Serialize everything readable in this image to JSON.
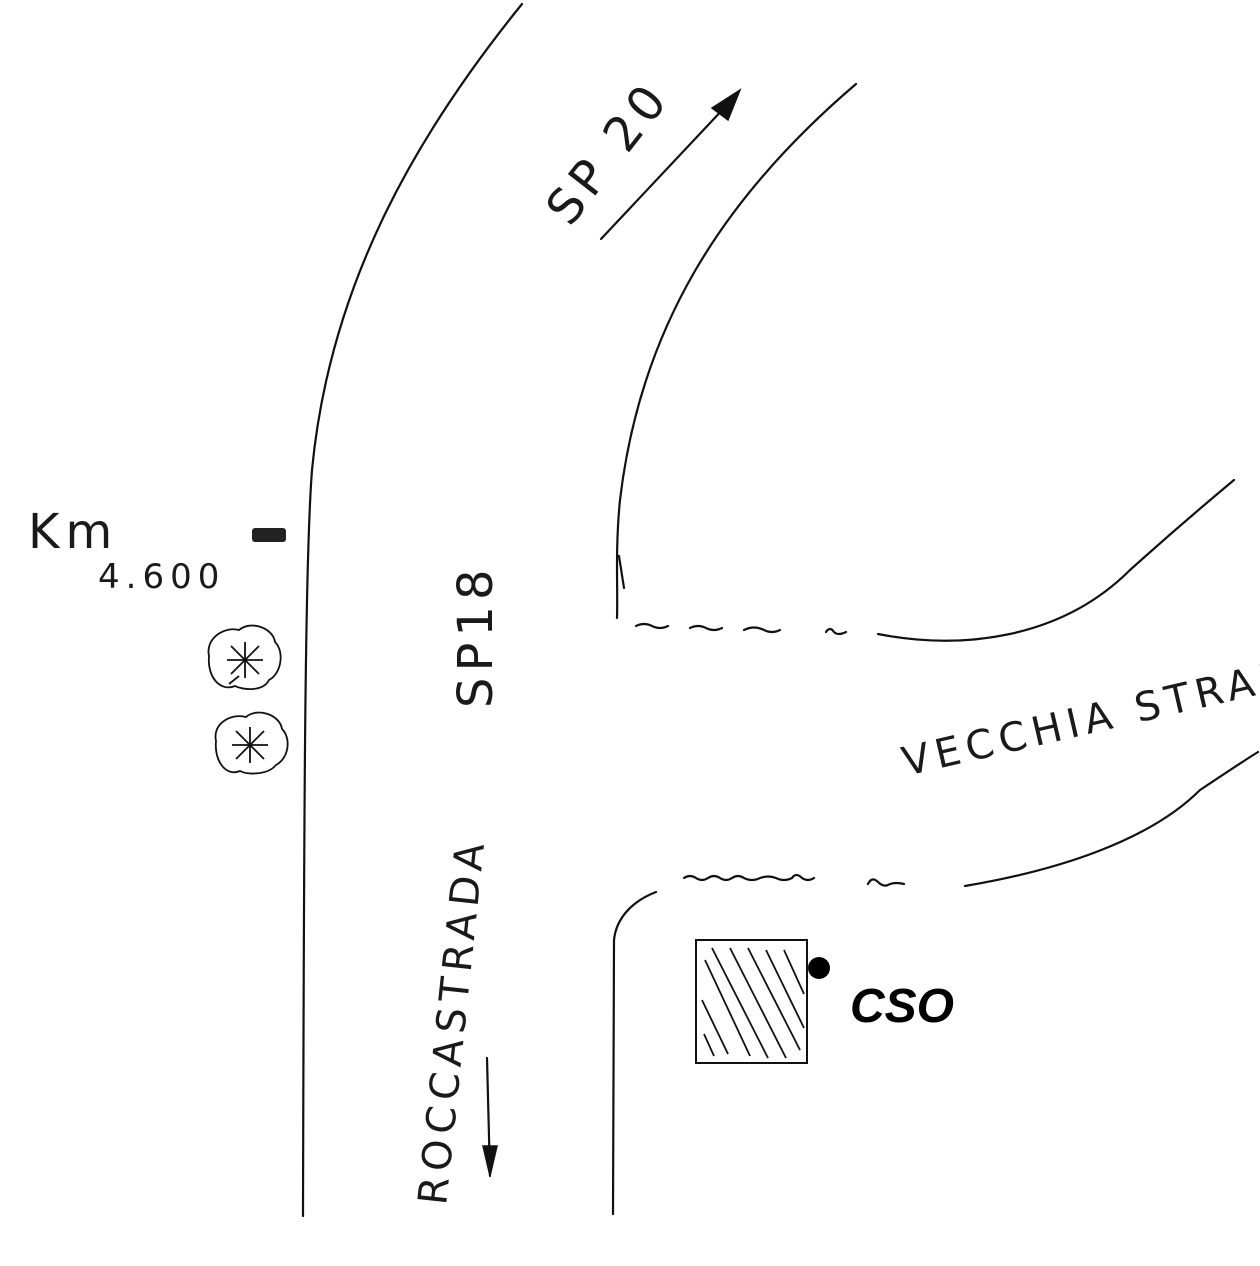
{
  "labels": {
    "km_line1": "Km",
    "km_line2": "4.600",
    "road_sp20": "SP 20",
    "road_sp18": "SP18",
    "road_vecchia": "VECCHIA STRADA",
    "road_roccastrada": "ROCCASTRADA",
    "site": "CSO"
  },
  "colors": {
    "ink": "#111111",
    "background": "#ffffff"
  },
  "icons": {
    "tree": "tree-icon",
    "direction": "arrow-icon",
    "marker": "km-marker-icon",
    "point": "site-point-icon"
  }
}
